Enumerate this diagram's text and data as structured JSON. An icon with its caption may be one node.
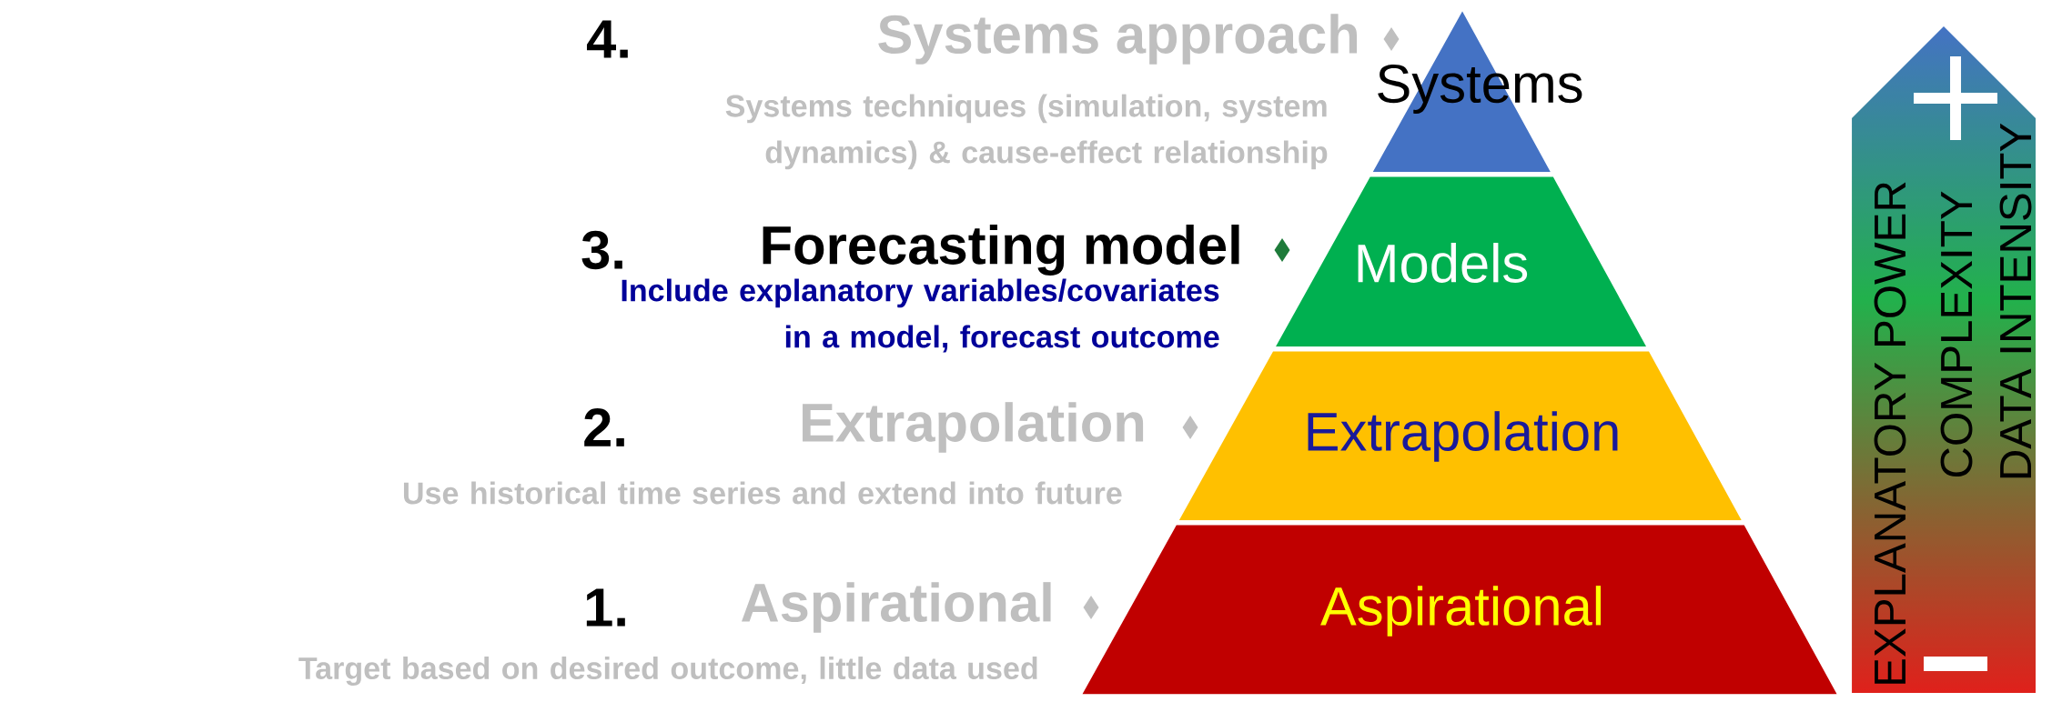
{
  "diagram": {
    "nodes": [
      {
        "text": [
          "Systems"
        ]
      },
      {
        "text": [
          "Models"
        ]
      },
      {
        "text": [
          "Extrapolation"
        ]
      },
      {
        "text": [
          "Aspirational"
        ]
      },
      {
        "text": [
          "EXPLANATORY POWER",
          "COMPLEXITY",
          "DATA INTENSITY"
        ]
      }
    ],
    "edges": [],
    "labels": [
      "4.",
      "Systems approach",
      "Systems techniques (simulation, system dynamics) & cause-effect relationship",
      "3.",
      "Forecasting model",
      "Include explanatory variables/covariates in a model, forecast outcome",
      "2.",
      "Extrapolation",
      "Use historical time series and extend into future",
      "1.",
      "Aspirational",
      "Target based on desired outcome, little data used"
    ]
  }
}
